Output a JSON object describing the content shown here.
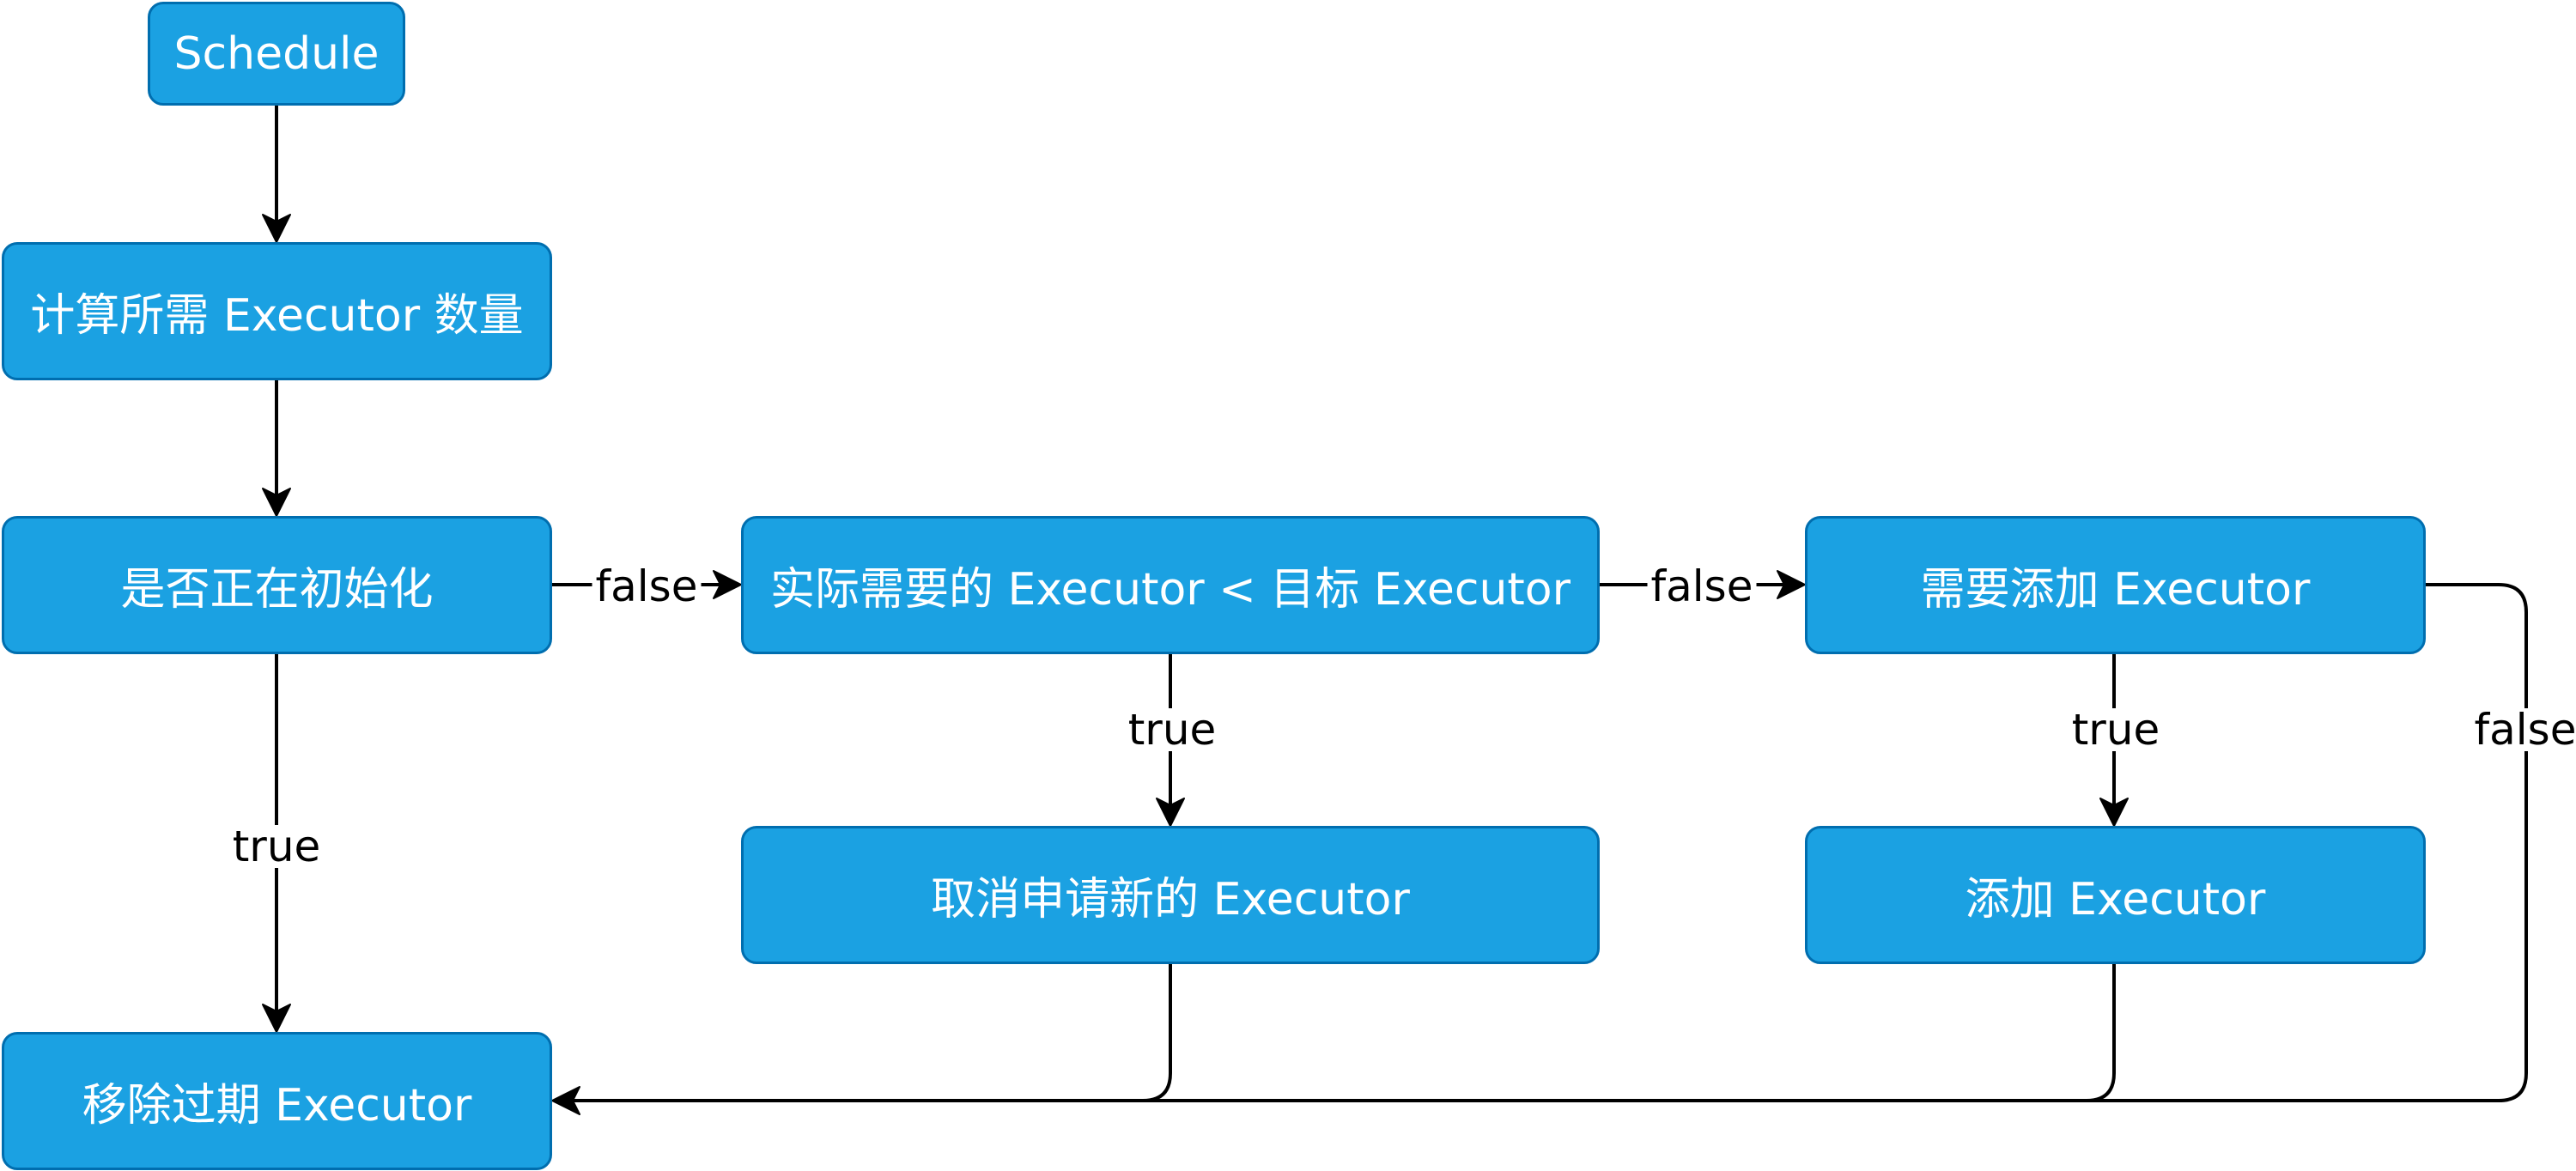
{
  "colors": {
    "node_fill": "#1ba1e2",
    "node_border": "#006eaf",
    "edge": "#000000",
    "text": "#ffffff"
  },
  "nodes": {
    "schedule": "Schedule",
    "compute": "计算所需 Executor 数量",
    "initializing": "是否正在初始化",
    "compare": "实际需要的 Executor < 目标 Executor",
    "need_add": "需要添加 Executor",
    "cancel": "取消申请新的 Executor",
    "add": "添加 Executor",
    "remove_expired": "移除过期 Executor"
  },
  "edges": {
    "init_to_compare": "false",
    "compare_to_need_add": "false",
    "compare_to_cancel": "true",
    "need_add_to_add": "true",
    "need_add_to_remove": "false",
    "init_to_remove": "true"
  }
}
